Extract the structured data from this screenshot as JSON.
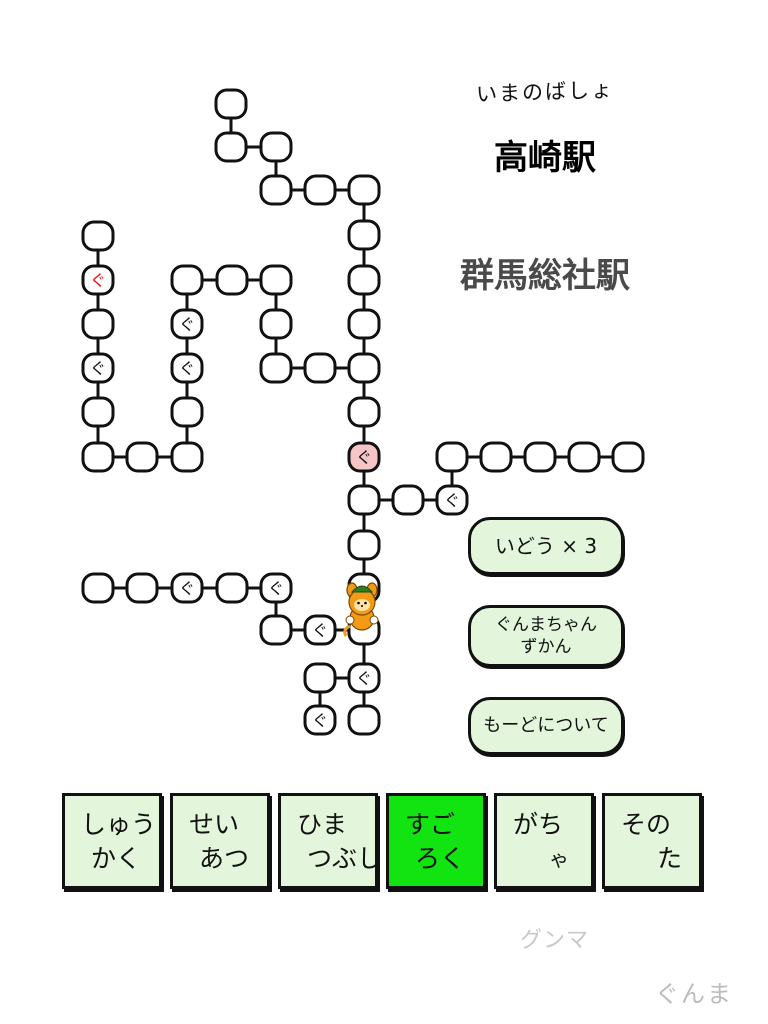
{
  "location": {
    "label": "いまのばしょ",
    "current_station": "高崎駅",
    "next_station": "群馬総社駅"
  },
  "board": {
    "space_mark": "ぐ",
    "colors": {
      "space_fill": "#ffffff",
      "outline": "#111111",
      "current_space": "#f6c5c5",
      "red_mark": "#e01010"
    }
  },
  "actions": {
    "move": "いどう × 3",
    "zukan_line1": "ぐんまちゃん",
    "zukan_line2": "ずかん",
    "about": "もーどについて"
  },
  "tabs": [
    {
      "line1": "しゅう",
      "line2": "かく",
      "active": false
    },
    {
      "line1": "せい",
      "line2": "あつ",
      "active": false
    },
    {
      "line1": "ひま",
      "line2": "つぶし",
      "active": false
    },
    {
      "line1": "すご",
      "line2": "ろく",
      "active": true
    },
    {
      "line1": "がち",
      "line2": "ゃ",
      "active": false
    },
    {
      "line1": "その",
      "line2": "た",
      "active": false
    }
  ],
  "colors": {
    "tab_bg": "#e3f6dc",
    "tab_active": "#11e411",
    "pill_bg": "#e3f6dc"
  },
  "watermarks": {
    "katakana": "グンマ",
    "hiragana": "ぐんま"
  }
}
